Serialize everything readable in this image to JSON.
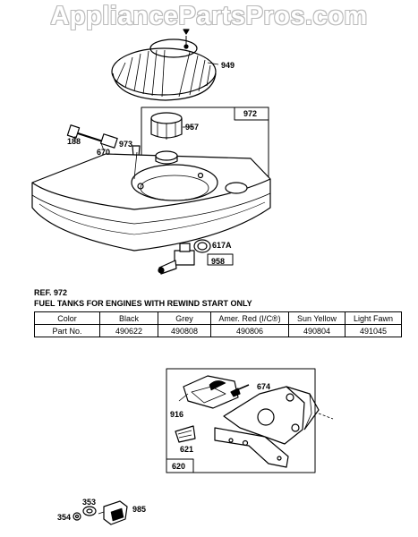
{
  "watermark": "AppliancePartsPros.com",
  "callouts": {
    "p949": "949",
    "p972": "972",
    "p957": "957",
    "p188": "188",
    "p670": "670",
    "p973": "973",
    "p617a": "617A",
    "p958": "958",
    "p674": "674",
    "p916": "916",
    "p621": "621",
    "p620": "620",
    "p353": "353",
    "p354": "354",
    "p985": "985"
  },
  "ref_line": "REF. 972",
  "ref_title": "FUEL TANKS FOR ENGINES WITH REWIND START ONLY",
  "color_table": {
    "header": [
      "Color",
      "Black",
      "Grey",
      "Amer. Red (I/C®)",
      "Sun Yellow",
      "Light Fawn"
    ],
    "row": [
      "Part No.",
      "490622",
      "490808",
      "490806",
      "490804",
      "491045"
    ]
  }
}
